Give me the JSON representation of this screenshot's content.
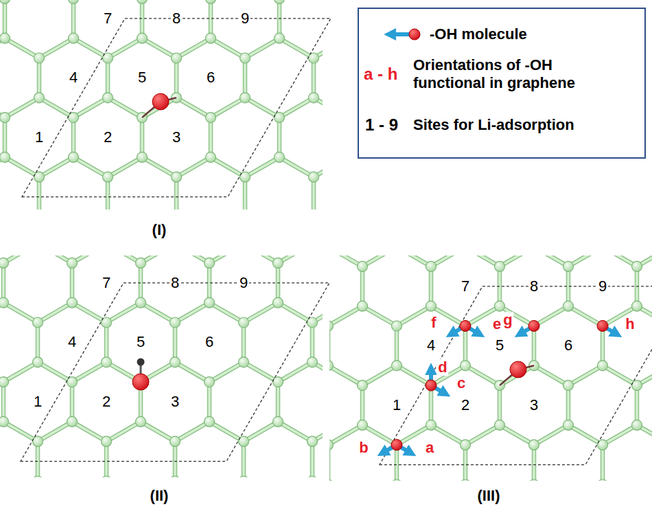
{
  "diagram": {
    "labels": [
      "7",
      "8",
      "9",
      "4",
      "5",
      "6",
      "1",
      "2",
      "3",
      "(I)",
      "7",
      "8",
      "9",
      "4",
      "5",
      "6",
      "1",
      "2",
      "3",
      "(II)",
      "7",
      "8",
      "9",
      "4",
      "5",
      "6",
      "1",
      "2",
      "3",
      "a",
      "b",
      "c",
      "d",
      "e",
      "f",
      "g",
      "h",
      "(III)",
      "a - h",
      "1 - 9"
    ],
    "legend": [
      {
        "text": "-OH molecule"
      },
      {
        "text": "Orientations of -OH functional in graphene"
      },
      {
        "text": "Sites for Li-adsorption"
      }
    ]
  }
}
